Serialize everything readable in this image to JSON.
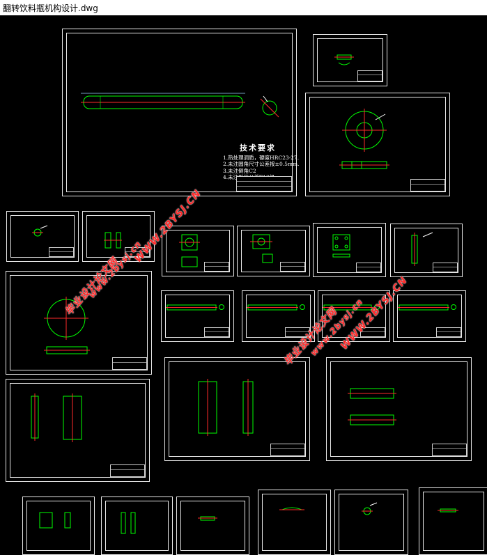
{
  "window": {
    "title": "翻转饮料瓶机构设计.dwg"
  },
  "tech_requirements": {
    "heading": "技术要求",
    "lines": [
      "1.热处理调质，硬度HRC23-27.",
      "2.未注圆角尺寸公差按±0.5mm.",
      "3.未注倒角C2",
      "4.未注形位公差T13级"
    ]
  },
  "watermarks": [
    {
      "text": "WWW.2BYSJ.CN"
    },
    {
      "text": "www.2bysj.cn"
    },
    {
      "text": "毕业设计论文网"
    },
    {
      "text": "WWW.2BYSJ.CN"
    },
    {
      "text": "www.2bysj.cn"
    },
    {
      "text": "毕业设计论文网"
    }
  ],
  "colors": {
    "background": "#000000",
    "border": "#e8e8e8",
    "part": "#00ff00",
    "centerline": "#ff2a2a",
    "dimension": "#9ad7ff",
    "watermark": "#ff2a2a"
  }
}
